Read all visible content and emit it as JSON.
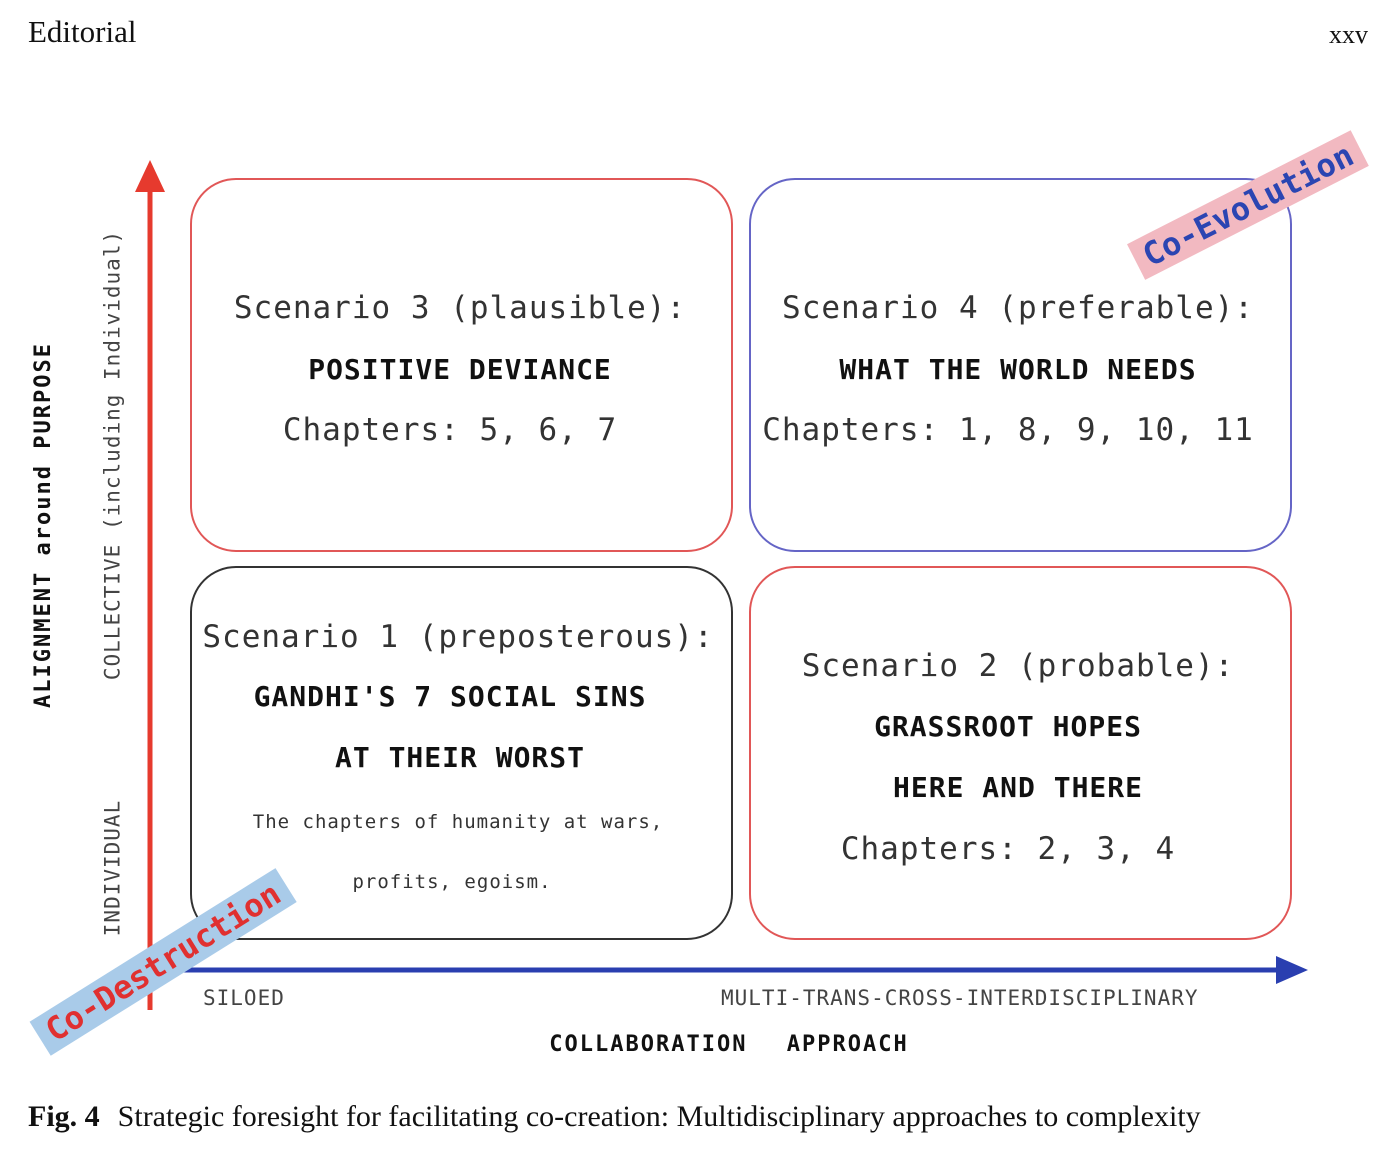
{
  "header": {
    "left": "Editorial",
    "right": "xxv"
  },
  "scenarios": {
    "s3": {
      "title": "Scenario 3 (plausible):",
      "name": "POSITIVE DEVIANCE",
      "chapters": "Chapters: 5, 6, 7"
    },
    "s4": {
      "title": "Scenario 4 (preferable):",
      "name": "WHAT THE WORLD NEEDS",
      "chapters": "Chapters: 1, 8, 9, 10, 11"
    },
    "s1": {
      "title": "Scenario 1 (preposterous):",
      "name_line1": "GANDHI'S 7 SOCIAL SINS",
      "name_line2": "AT THEIR WORST",
      "note_line1": "The chapters of humanity at wars,",
      "note_line2": "profits, egoism."
    },
    "s2": {
      "title": "Scenario 2 (probable):",
      "name_line1": "GRASSROOT HOPES",
      "name_line2": "HERE AND THERE",
      "chapters": "Chapters: 2, 3, 4"
    }
  },
  "axes": {
    "y_title": "ALIGNMENT around PURPOSE",
    "y_high": "COLLECTIVE (including Individual)",
    "y_low": "INDIVIDUAL",
    "x_low": "SILOED",
    "x_high": "MULTI-TRANS-CROSS-INTERDISCIPLINARY",
    "x_title": "COLLABORATION APPROACH"
  },
  "tags": {
    "co_evolution": "Co-Evolution",
    "co_destruction": "Co-Destruction"
  },
  "caption": {
    "label": "Fig. 4",
    "text": "Strategic foresight for facilitating co-creation: Multidisciplinary approaches to complexity"
  },
  "colors": {
    "y_axis": "#e63a2e",
    "x_axis": "#2a3fb0",
    "red_box": "#e15757",
    "blue_box": "#6565c6",
    "dark_box": "#333333"
  }
}
